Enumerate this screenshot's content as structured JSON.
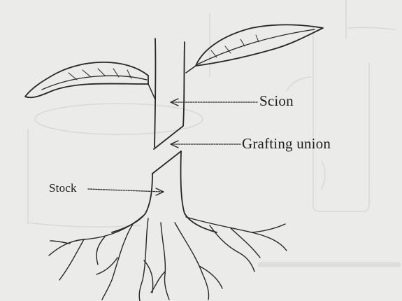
{
  "diagram": {
    "labels": {
      "scion": "Scion",
      "grafting_union": "Grafting union",
      "stock": "Stock"
    }
  },
  "icons": {
    "leaf": "leaf-icon",
    "roots": "roots-icon"
  },
  "colors": {
    "background": "#ebebea",
    "ink": "#262626",
    "bleed_through": "#d8d8d6"
  }
}
